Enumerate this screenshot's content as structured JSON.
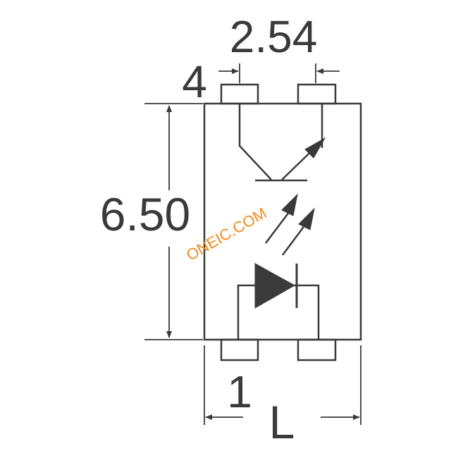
{
  "dimensions": {
    "pitch": "2.54",
    "pin_top_number": "4",
    "height": "6.50",
    "pin_bottom_number": "1",
    "length": "L"
  },
  "watermark": "ONEIC.COM",
  "colors": {
    "ink": "#3a3a3a",
    "watermark": "#f08a1c",
    "background": "#ffffff"
  }
}
